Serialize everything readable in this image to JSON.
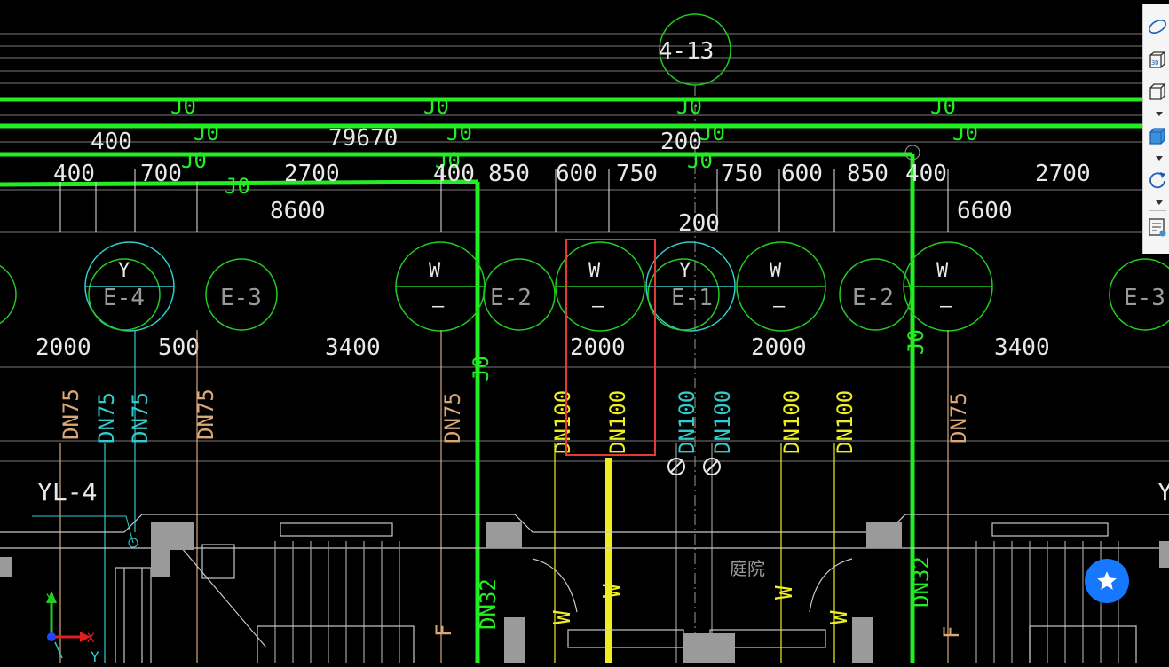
{
  "cad": {
    "colors": {
      "pipe_green": "#22ee22",
      "circle_green": "#22cc22",
      "cyan": "#33cccc",
      "yellow": "#eeee22",
      "tan": "#d9a877",
      "white": "#e8e8e8",
      "gray": "#9a9a9a",
      "red_box": "#e53935"
    },
    "grid_bubble_top": "4-13",
    "pipe_labels": {
      "j0": "J0"
    },
    "dims_row1": {
      "a": "400",
      "b": "79670",
      "c": "200"
    },
    "dims_row2": {
      "d1": "400",
      "d2": "700",
      "d3": "2700",
      "d4": "400",
      "d5": "850",
      "d6": "600",
      "d7": "750",
      "d8": "750",
      "d9": "600",
      "d10": "850",
      "d11": "400",
      "d12": "2700"
    },
    "dims_row3": {
      "t1": "8600",
      "t2": "200",
      "t3": "6600"
    },
    "dims_row4": {
      "b1": "2000",
      "b2": "500",
      "b3": "3400",
      "b4": "2000",
      "b5": "2000",
      "b6": "3400"
    },
    "bubbles": {
      "e4": "E-4",
      "e3": "E-3",
      "e2": "E-2",
      "e1": "E-1",
      "y": "Y",
      "w": "W",
      "dash": "–"
    },
    "pipes": {
      "dn75": "DN75",
      "dn100": "DN100",
      "dn32": "DN32"
    },
    "riser_label_left": "YL-4",
    "riser_label_right": "Y",
    "courtyard": "庭院",
    "marks": {
      "w": "W",
      "f": "F"
    },
    "axis": {
      "x": "X",
      "y": "Y"
    }
  },
  "toolbar": {
    "icons": [
      "orbit-icon",
      "3d-view-icon",
      "box-wireframe-icon",
      "box-shaded-icon",
      "rotate-icon",
      "layer-list-icon"
    ],
    "label_3d": "3D"
  },
  "fab": {
    "icon": "star-icon"
  }
}
